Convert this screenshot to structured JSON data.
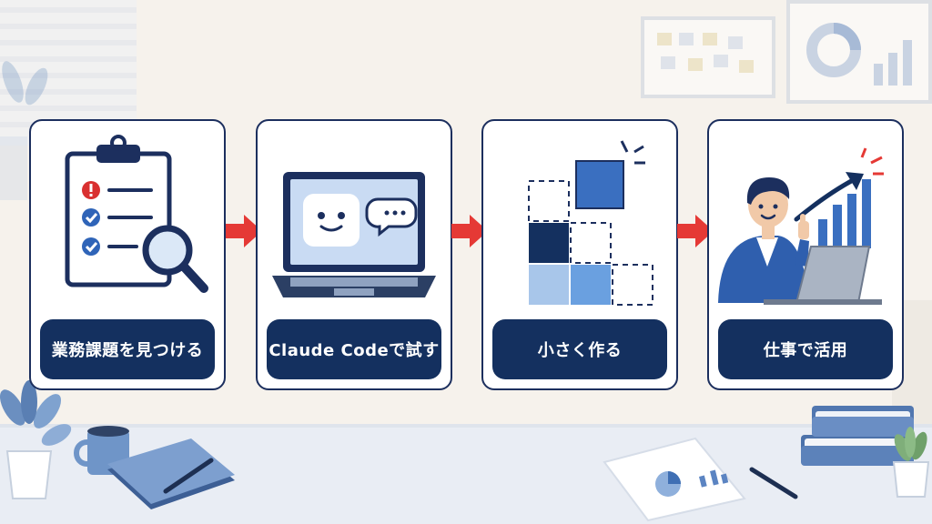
{
  "steps": [
    {
      "label": "業務課題を見つける",
      "icon": "clipboard-magnifier-icon"
    },
    {
      "label": "Claude Codeで試す",
      "icon": "laptop-chat-icon"
    },
    {
      "label": "小さく作る",
      "icon": "building-blocks-icon"
    },
    {
      "label": "仕事で活用",
      "icon": "worker-growth-chart-icon"
    }
  ],
  "colors": {
    "navy": "#14305f",
    "arrow": "#e53935",
    "blue": "#3f74c4",
    "light_blue": "#a8c6ea",
    "background": "#f6f2ec"
  }
}
